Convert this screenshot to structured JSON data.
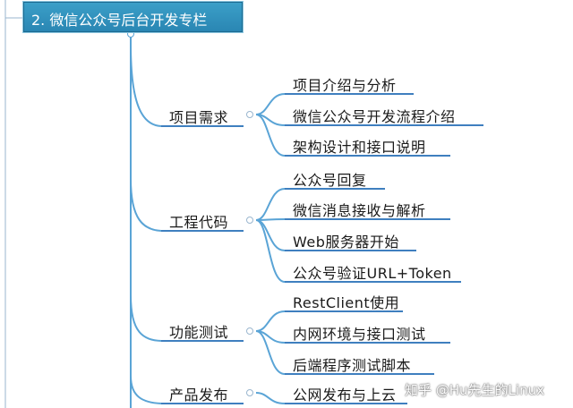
{
  "root": {
    "label": "2. 微信公众号后台开发专栏"
  },
  "branches": [
    {
      "label": "项目需求",
      "children": [
        "项目介绍与分析",
        "微信公众号开发流程介绍",
        "架构设计和接口说明"
      ]
    },
    {
      "label": "工程代码",
      "children": [
        "公众号回复",
        "微信消息接收与解析",
        "Web服务器开始",
        "公众号验证URL+Token"
      ]
    },
    {
      "label": "功能测试",
      "children": [
        "RestClient使用",
        "内网环境与接口测试",
        "后端程序测试脚本"
      ]
    },
    {
      "label": "产品发布",
      "children": [
        "公网发布与上云"
      ]
    }
  ],
  "watermark": "知乎 @Hu先生的Linux",
  "colors": {
    "root_fill": "#2f93c0",
    "branch_line": "#5aa4d6",
    "underline": "#3f7fbf"
  },
  "icons": [
    "collapse-toggle-icon"
  ]
}
